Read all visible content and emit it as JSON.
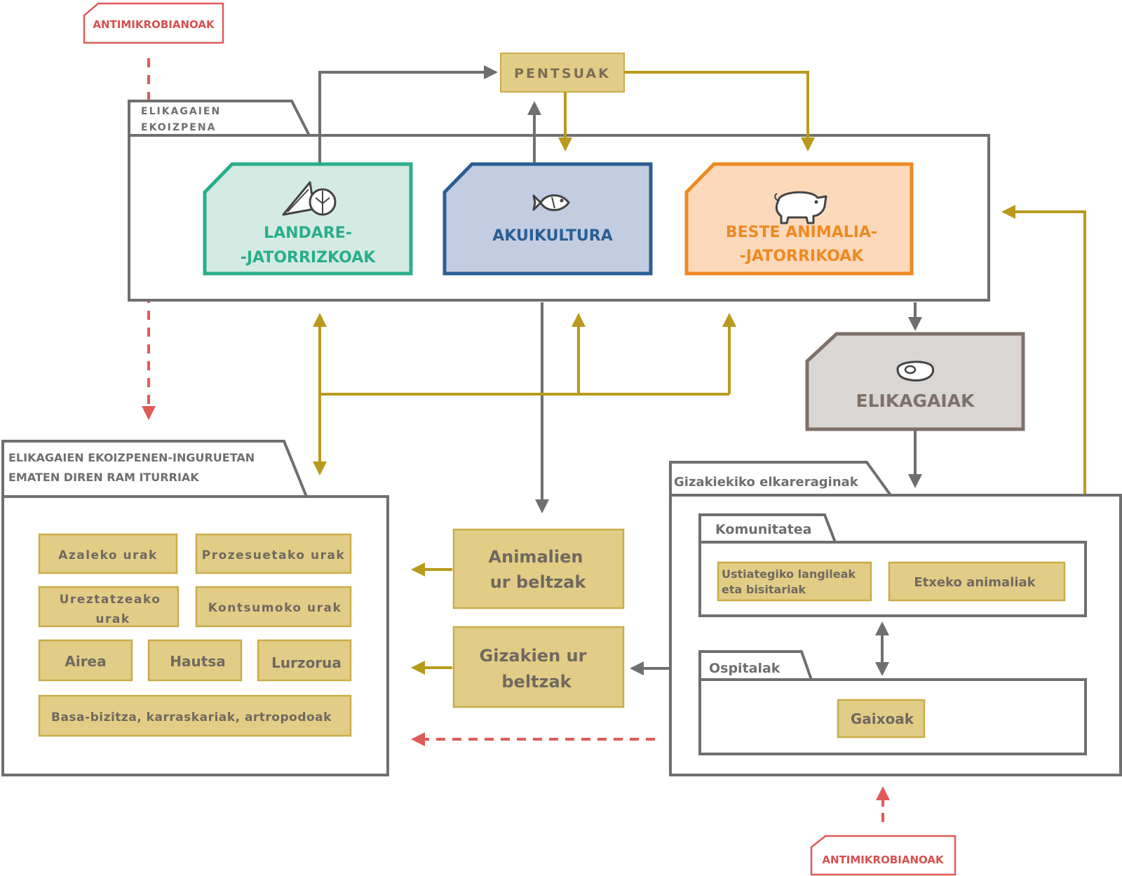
{
  "colors": {
    "gray": "#6f6f6f",
    "gold": "#b99a1c",
    "box_fill": "#e2cd87",
    "box_stroke": "#c9ad4a",
    "red": "#e05a5a",
    "green": "#2bad8c",
    "green_fill": "#d4ebe3",
    "blue": "#2a5e94",
    "blue_fill": "#c3cde1",
    "orange": "#ed8a24",
    "orange_fill": "#fdd9bb",
    "food_stroke": "#7f716a",
    "food_fill": "#dad6d3"
  },
  "antimicrobial_top": "ANTIMIKROBIANOAK",
  "antimicrobial_bottom": "ANTIMIKROBIANOAK",
  "feed": "PENTSUAK",
  "production": {
    "title_line1": "ELIKAGAIEN",
    "title_line2": "EKOIZPENA",
    "plant": {
      "line1": "LANDARE-",
      "line2": "-JATORRIZKOAK",
      "icon": "vegetables-icon"
    },
    "aqua": {
      "label": "AKUIKULTURA",
      "icon": "fish-icon"
    },
    "animal": {
      "line1": "BESTE ANIMALIA-",
      "line2": "-JATORRIKOAK",
      "icon": "pig-icon"
    }
  },
  "food": {
    "label": "ELIKAGAIAK",
    "icon": "meat-icon"
  },
  "environment": {
    "title_line1": "ELIKAGAIEN EKOIZPENEN-INGURUETAN",
    "title_line2": "EMATEN DIREN RAM ITURRIAK",
    "items": {
      "surface": "Azaleko urak",
      "process": "Prozesuetako urak",
      "irrigation_line1": "Ureztatzeako",
      "irrigation_line2": "urak",
      "consumption": "Kontsumoko urak",
      "air": "Airea",
      "dust": "Hautsa",
      "soil": "Lurzorua",
      "wildlife": "Basa-bizitza, karraskariak, artropodoak"
    }
  },
  "wastewater": {
    "animal_line1": "Animalien",
    "animal_line2": "ur beltzak",
    "human_line1": "Gizakien ur",
    "human_line2": "beltzak"
  },
  "human": {
    "title": "Gizakiekiko elkareraginak",
    "community": {
      "title": "Komunitatea",
      "workers_line1": "Ustiategiko langileak",
      "workers_line2": "eta bisitariak",
      "pets": "Etxeko animaliak"
    },
    "hospitals": {
      "title": "Ospitalak",
      "patients": "Gaixoak"
    }
  }
}
